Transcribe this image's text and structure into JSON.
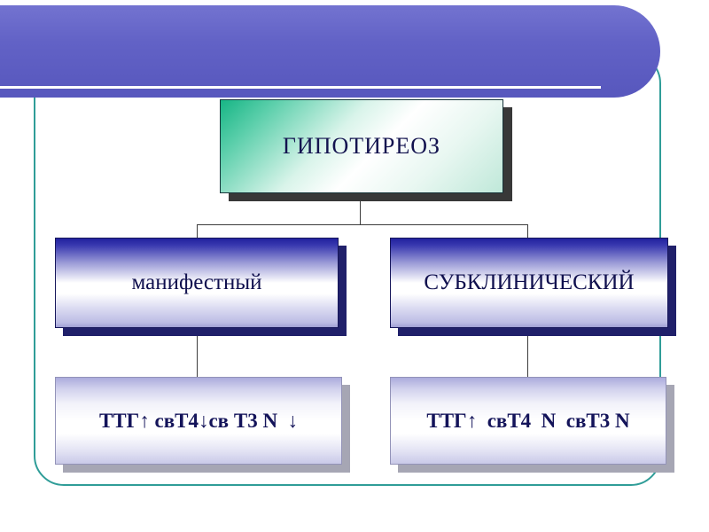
{
  "slide": {
    "root": {
      "label": "ГИПОТИРЕОЗ"
    },
    "left_branch": {
      "label": "манифестный",
      "result": "ТТГ↑ свТ4↓св Т3 N  ↓"
    },
    "right_branch": {
      "label": "СУБКЛИНИЧЕСКИЙ",
      "result": "ТТГ↑  свТ4  N  свТ3 N"
    }
  },
  "colors": {
    "banner_purple": "#6262c6",
    "frame_teal": "#2f9d98",
    "root_green": "#17b585",
    "branch_blue": "#22229f",
    "result_lavender": "#ababdc",
    "text_navy": "#14145a"
  }
}
